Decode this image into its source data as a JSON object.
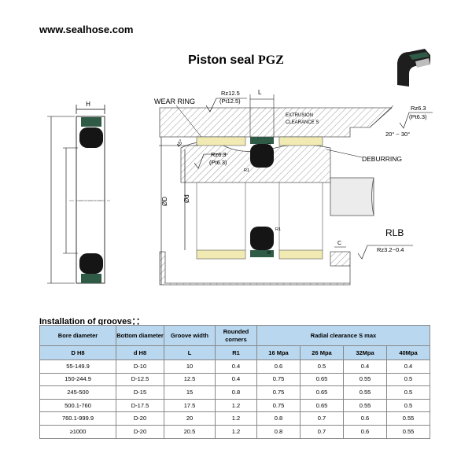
{
  "header": {
    "site": "www.sealhose.com",
    "title_main": "Piston seal ",
    "title_code": "PGZ"
  },
  "diagram": {
    "labels": {
      "h": "H",
      "wear_ring": "WEAR RING",
      "rz_top": "Rz12.5",
      "pt_top": "(Pt12.5)",
      "l": "L",
      "extrusion": "EXTRUSION",
      "clearance": "CLEARANCE S",
      "rz_right": "Rz6.3",
      "pt_right": "(Pt6.3)",
      "angle": "20° ~ 30°",
      "deburring": "DEBURRING",
      "chamfer": "45°",
      "rz_mid": "Rz6.3",
      "pt_mid": "(Pt6.3)",
      "od": "ØD",
      "id": "Ød",
      "r": "R",
      "r1": "R1",
      "rlb": "RLB",
      "c": "C",
      "rz_bottom": "Rz3.2~0.4"
    }
  },
  "installation": {
    "title": "Installation of grooves：："
  },
  "table": {
    "headers": {
      "bore": "Bore diameter",
      "bottom": "Bottom diameter",
      "groove": "Groove width",
      "rounded": "Rounded corners",
      "radial": "Radial clearance S max"
    },
    "subheaders": [
      "D H8",
      "d H8",
      "L",
      "R1",
      "16 Mpa",
      "26 Mpa",
      "32Mpa",
      "40Mpa"
    ],
    "rows": [
      [
        "55-149.9",
        "D-10",
        "10",
        "0.4",
        "0.6",
        "0.5",
        "0.4",
        "0.4"
      ],
      [
        "150-244.9",
        "D-12.5",
        "12.5",
        "0.4",
        "0.75",
        "0.65",
        "0.55",
        "0.5"
      ],
      [
        "245-500",
        "D-15",
        "15",
        "0.8",
        "0.75",
        "0.65",
        "0.55",
        "0.5"
      ],
      [
        "500.1-760",
        "D-17.5",
        "17.5",
        "1.2",
        "0.75",
        "0.65",
        "0.55",
        "0.5"
      ],
      [
        "760.1-999.9",
        "D-20",
        "20",
        "1.2",
        "0.8",
        "0.7",
        "0.6",
        "0.55"
      ],
      [
        "≥1000",
        "D-20",
        "20.5",
        "1.2",
        "0.8",
        "0.7",
        "0.6",
        "0.55"
      ]
    ]
  }
}
